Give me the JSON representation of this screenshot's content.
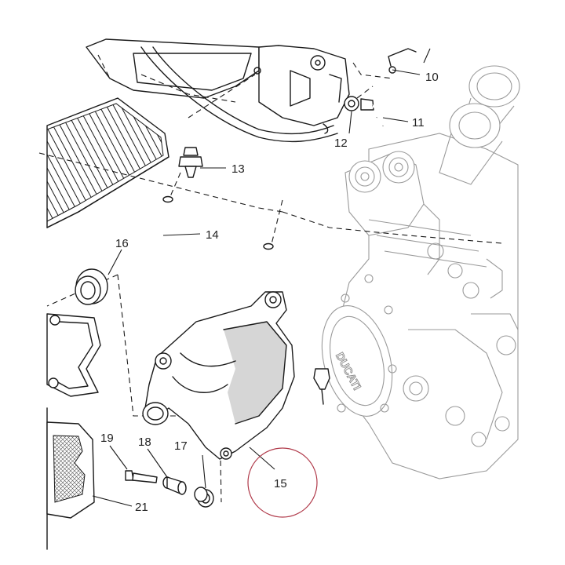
{
  "callouts": {
    "c10": "10",
    "c11": "11",
    "c12": "12",
    "c13": "13",
    "c14": "14",
    "c15": "15",
    "c16": "16",
    "c17": "17",
    "c18": "18",
    "c19": "19",
    "c21": "21"
  },
  "engine_cover_text": "DUCATI",
  "highlight": {
    "part": "15",
    "ring_color": "#b03a4a"
  },
  "colors": {
    "line": "#1a1a1a",
    "ghost_line": "#9a9a9a",
    "background": "#ffffff"
  }
}
